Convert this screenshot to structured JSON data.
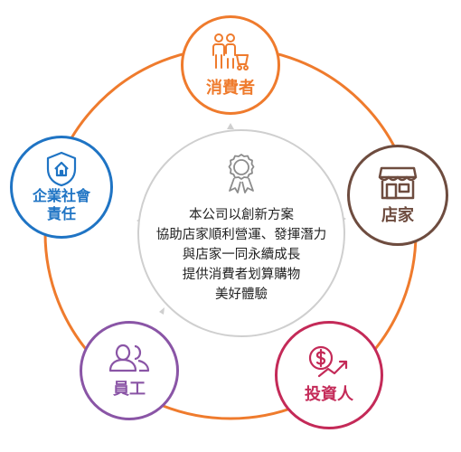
{
  "nodes": {
    "consumer": {
      "label": "消費者",
      "icon": "family-shopping-cart-icon",
      "color": "#ef7b2d"
    },
    "store": {
      "label": "店家",
      "icon": "storefront-icon",
      "color": "#6e4c3f"
    },
    "investor": {
      "label": "投資人",
      "icon": "dollar-growth-icon",
      "color": "#c42a58"
    },
    "employee": {
      "label": "員工",
      "icon": "people-icon",
      "color": "#8a55a6"
    },
    "csr": {
      "label_line1": "企業社會",
      "label_line2": "責任",
      "icon": "shield-home-icon",
      "color": "#1f74c4"
    }
  },
  "center": {
    "icon": "award-ribbon-icon",
    "lines": [
      "本公司以創新方案",
      "協助店家順利營運、發揮潛力",
      "與店家一同永續成長",
      "提供消費者划算購物",
      "美好體驗"
    ]
  },
  "ring_color": "#ef7b2d",
  "connector_arrow_color": "#cfcfcf"
}
